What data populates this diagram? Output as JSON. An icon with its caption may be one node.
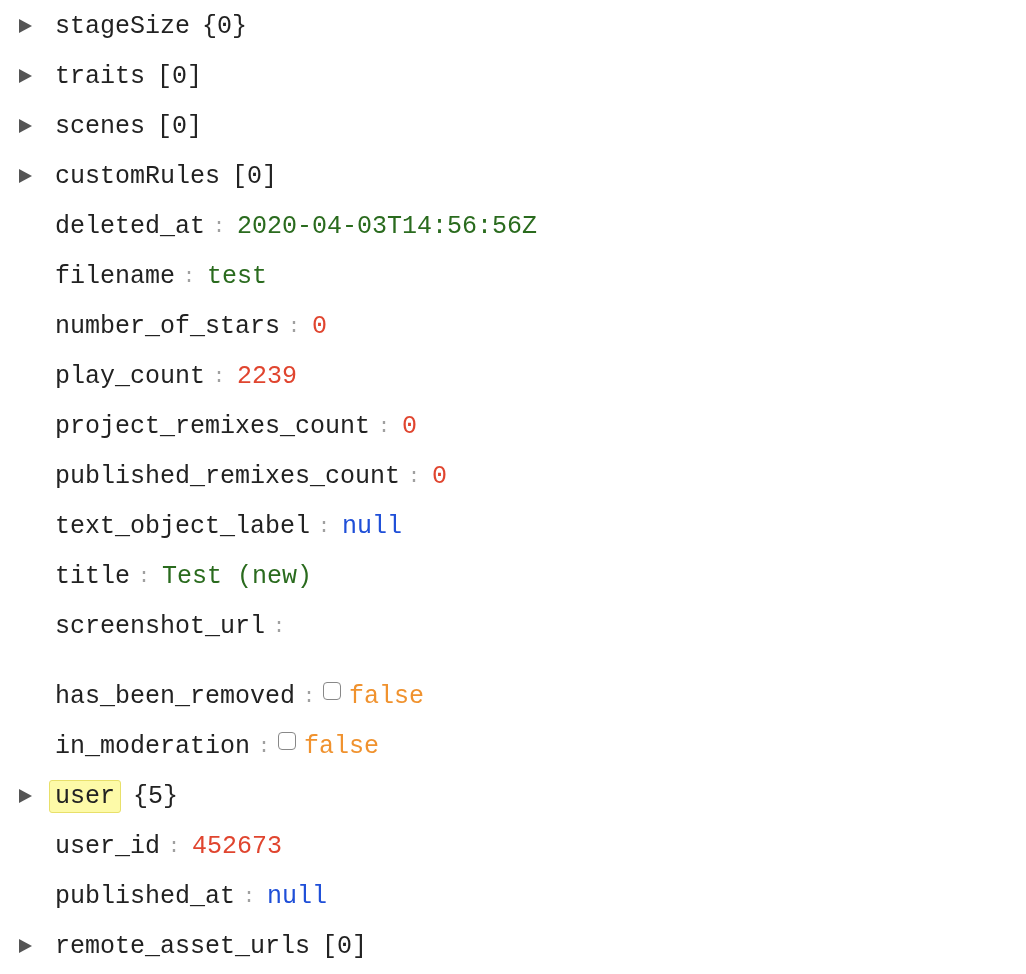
{
  "diagram": {
    "nodes": [
      {
        "text": [
          "user"
        ]
      }
    ],
    "labels": [
      "stageSize",
      "{0}",
      "traits",
      "[0]",
      "scenes",
      "[0]",
      "customRules",
      "[0]",
      "deleted_at",
      ":",
      "2020-04-03T14:56:56Z",
      "filename",
      ":",
      "test",
      "number_of_stars",
      ":",
      "0",
      "play_count",
      ":",
      "2239",
      "project_remixes_count",
      ":",
      "0",
      "published_remixes_count",
      ":",
      "0",
      "text_object_label",
      ":",
      "null",
      "title",
      ":",
      "Test (new)",
      "screenshot_url",
      ":",
      "has_been_removed",
      ":",
      "false",
      "in_moderation",
      ":",
      "false",
      "{5}",
      "user_id",
      ":",
      "452673",
      "published_at",
      ":",
      "null",
      "remote_asset_urls",
      "[0]"
    ]
  }
}
